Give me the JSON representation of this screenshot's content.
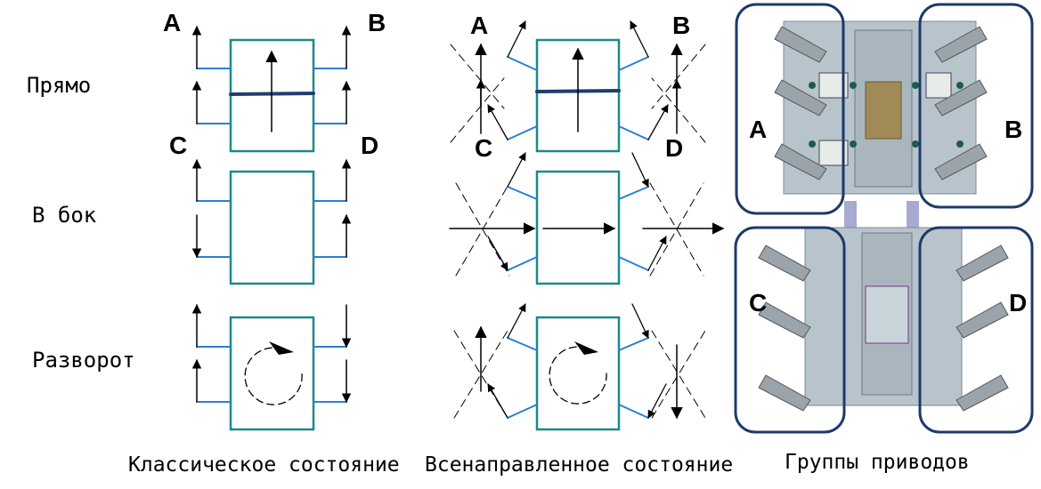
{
  "wheel_labels": {
    "a": "A",
    "b": "B",
    "c": "C",
    "d": "D"
  },
  "rows": {
    "forward": "Прямо",
    "sideways": "В бок",
    "turn": "Разворот"
  },
  "captions": {
    "classic": "Классическое состояние",
    "omni": "Всенаправленное состояние",
    "groups": "Группы приводов"
  },
  "colors": {
    "box": "#1a8a8a",
    "link": "#2a7fd4",
    "bar": "#1e3f6e",
    "group_outline": "#1e3a6b",
    "chassis": "#b8c4cc",
    "panel": "#a08a55"
  }
}
